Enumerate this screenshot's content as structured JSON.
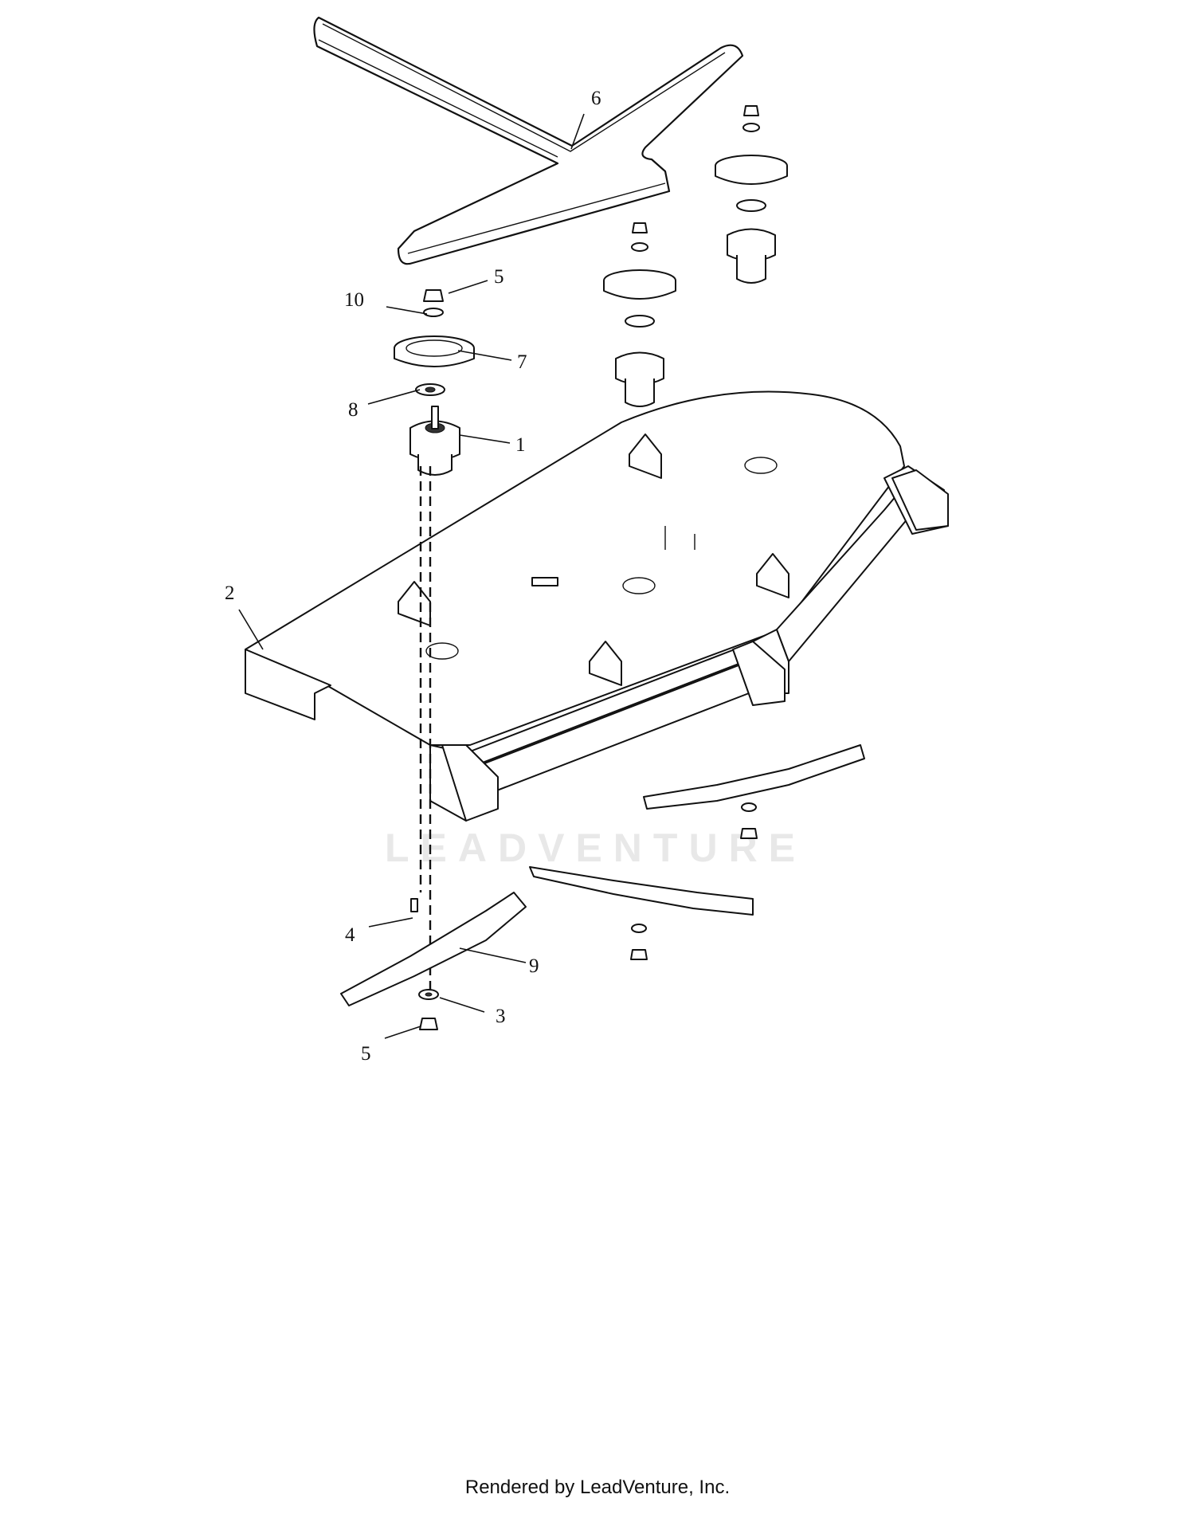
{
  "callouts": [
    {
      "id": "1",
      "label": "1"
    },
    {
      "id": "2",
      "label": "2"
    },
    {
      "id": "3",
      "label": "3"
    },
    {
      "id": "4",
      "label": "4"
    },
    {
      "id": "5a",
      "label": "5"
    },
    {
      "id": "5b",
      "label": "5"
    },
    {
      "id": "6",
      "label": "6"
    },
    {
      "id": "7",
      "label": "7"
    },
    {
      "id": "8",
      "label": "8"
    },
    {
      "id": "9",
      "label": "9"
    },
    {
      "id": "10",
      "label": "10"
    }
  ],
  "watermark": "LEADVENTURE",
  "footer": "Rendered by LeadVenture, Inc."
}
